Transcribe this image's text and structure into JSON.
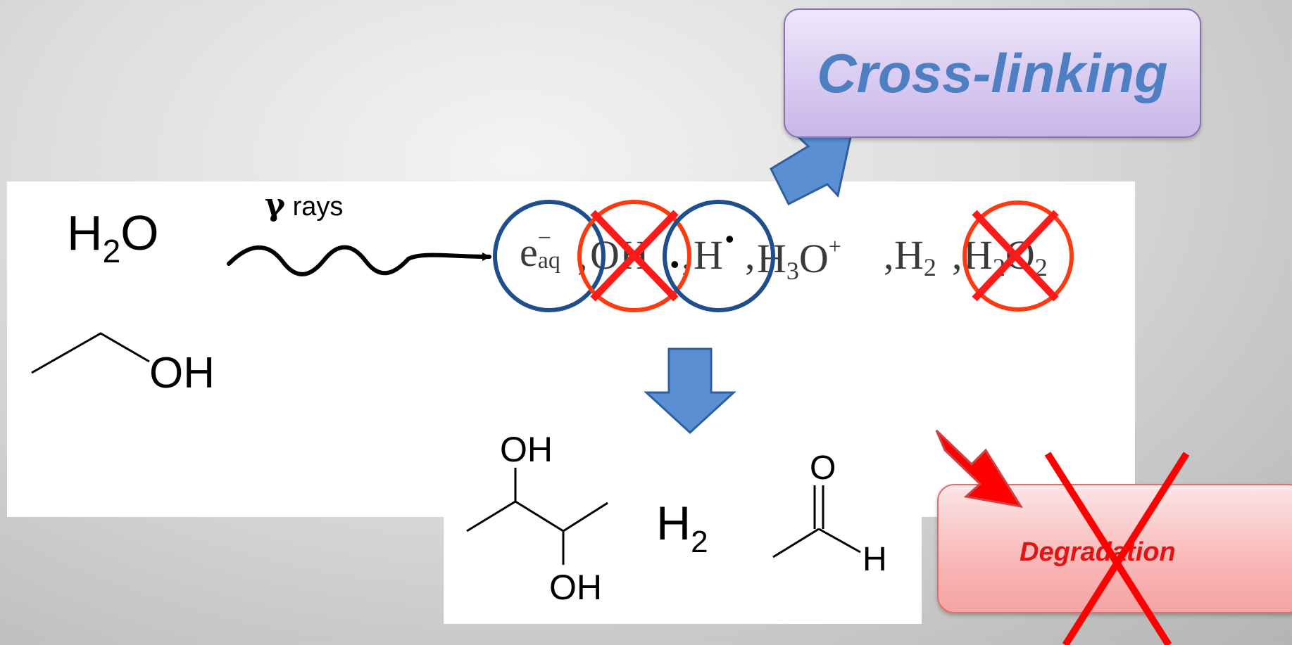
{
  "reactants": {
    "water": {
      "main": "H",
      "sub": "2",
      "tail": "O"
    },
    "ethanol_group": "OH"
  },
  "radiation": {
    "gamma_symbol": "γ",
    "rays_label": "rays"
  },
  "radiolysis_products": {
    "e_aq": {
      "base": "e",
      "sup": "−",
      "sub": "aq"
    },
    "hydroxyl": "OH",
    "hydrogen_radical": "H",
    "hydronium": {
      "a": "H",
      "sub": "3",
      "b": "O",
      "sup": "+"
    },
    "hydrogen": {
      "a": "H",
      "sub": "2"
    },
    "peroxide": {
      "a": "H",
      "sub1": "2",
      "b": "O",
      "sub2": "2"
    },
    "separator": ",",
    "radical_dot": "•"
  },
  "final_products": {
    "diol_top_oh": "OH",
    "diol_bottom_oh": "OH",
    "hydrogen_gas": {
      "main": "H",
      "sub": "2"
    },
    "acetaldehyde_o": "O",
    "acetaldehyde_h": "H"
  },
  "outcomes": {
    "crosslinking": "Cross-linking",
    "degradation": "Degradation"
  },
  "colors": {
    "blue_circle": "#1f4e8c",
    "red_circle": "#ff3a10",
    "red_x": "#ff1a1a",
    "arrow_blue": "#5b8fd4",
    "arrow_red": "#ff0000"
  }
}
